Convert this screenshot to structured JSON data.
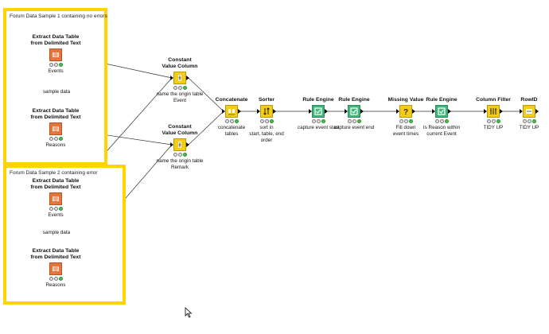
{
  "annotations": [
    {
      "id": "sample1",
      "title": "Forum Data Sample 1 containing no errors"
    },
    {
      "id": "sample2",
      "title": "Forum Data Sample 2 containing error"
    }
  ],
  "free_texts": [
    {
      "id": "sample-data-1",
      "text": "sample data"
    },
    {
      "id": "sample-data-2",
      "text": "sample data"
    }
  ],
  "nodes": [
    {
      "id": "reader1",
      "title": "Extract Data Table\nfrom Delimited Text",
      "label": "Events",
      "kind": "reader",
      "color": "#e8743b",
      "status": "green"
    },
    {
      "id": "reader2",
      "title": "Extract Data Table\nfrom Delimited Text",
      "label": "Reasons",
      "kind": "reader",
      "color": "#e8743b",
      "status": "green"
    },
    {
      "id": "reader3",
      "title": "Extract Data Table\nfrom Delimited Text",
      "label": "Events",
      "kind": "reader",
      "color": "#e8743b",
      "status": "green"
    },
    {
      "id": "reader4",
      "title": "Extract Data Table\nfrom Delimited Text",
      "label": "Reasons",
      "kind": "reader",
      "color": "#e8743b",
      "status": "green"
    },
    {
      "id": "const1",
      "title": "Constant\nValue Column",
      "label": "name the origin table\nEvent",
      "kind": "manip",
      "color": "#f5cd16",
      "status": "green"
    },
    {
      "id": "const2",
      "title": "Constant\nValue Column",
      "label": "name the origin table\nRemark",
      "kind": "manip",
      "color": "#f5cd16",
      "status": "green"
    },
    {
      "id": "concat",
      "title": "Concatenate",
      "label": "concatenate\ntables",
      "kind": "concat",
      "color": "#f5cd16",
      "status": "green"
    },
    {
      "id": "sorter",
      "title": "Sorter",
      "label": "sort in\nstart, table, end\norder",
      "kind": "sorter",
      "color": "#f5cd16",
      "status": "green"
    },
    {
      "id": "rule1",
      "title": "Rule Engine",
      "label": "capture event start",
      "kind": "rule",
      "color": "#3fb77a",
      "status": "green"
    },
    {
      "id": "rule2",
      "title": "Rule Engine",
      "label": "capture event end",
      "kind": "rule",
      "color": "#3fb77a",
      "status": "green"
    },
    {
      "id": "missing",
      "title": "Missing Value",
      "label": "Fill down\nevent times",
      "kind": "missing",
      "color": "#f5cd16",
      "status": "green"
    },
    {
      "id": "rule3",
      "title": "Rule Engine",
      "label": "Is Reason within\ncurrent Event",
      "kind": "rule",
      "color": "#3fb77a",
      "status": "green"
    },
    {
      "id": "colfilter",
      "title": "Column Filter",
      "label": "TIDY UP",
      "kind": "filter",
      "color": "#f5cd16",
      "status": "green"
    },
    {
      "id": "rowid",
      "title": "RowID",
      "label": "TIDY UP",
      "kind": "rowid",
      "color": "#f5cd16",
      "status": "green"
    }
  ],
  "connections": [
    [
      "reader1",
      "const1"
    ],
    [
      "reader3",
      "const1"
    ],
    [
      "reader2",
      "const2"
    ],
    [
      "reader4",
      "const2"
    ],
    [
      "const1",
      "concat"
    ],
    [
      "const2",
      "concat"
    ],
    [
      "concat",
      "sorter"
    ],
    [
      "sorter",
      "rule1"
    ],
    [
      "rule1",
      "rule2"
    ],
    [
      "rule2",
      "missing"
    ],
    [
      "missing",
      "rule3"
    ],
    [
      "rule3",
      "colfilter"
    ],
    [
      "colfilter",
      "rowid"
    ]
  ],
  "colors": {
    "annotation_border": "#ffd400",
    "reader": "#e8743b",
    "manipulator": "#f5cd16",
    "rule_engine": "#3fb77a",
    "status_ok": "#44c24a"
  }
}
